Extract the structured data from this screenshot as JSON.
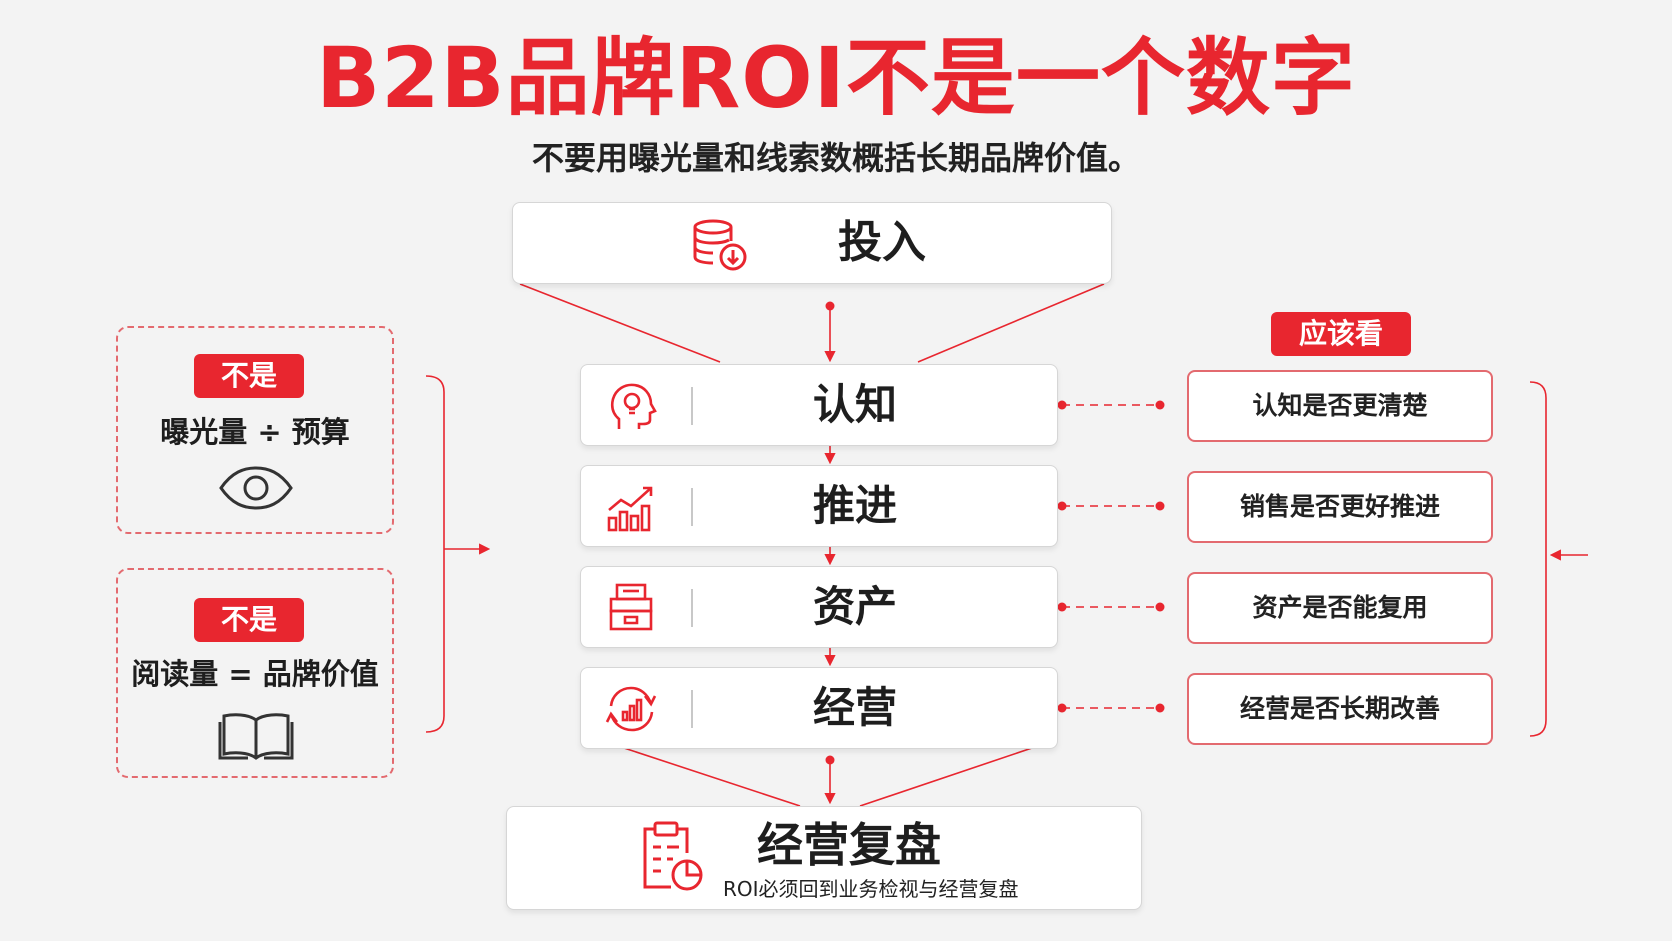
{
  "header": {
    "title": "B2B品牌ROI不是一个数字",
    "subtitle": "不要用曝光量和线索数概括长期品牌价值。"
  },
  "top": {
    "label": "投入",
    "icon": "database-download-icon"
  },
  "steps": [
    {
      "label": "认知",
      "icon": "head-lightbulb-icon"
    },
    {
      "label": "推进",
      "icon": "growth-chart-icon"
    },
    {
      "label": "资产",
      "icon": "archive-box-icon"
    },
    {
      "label": "经营",
      "icon": "cycle-chart-icon"
    }
  ],
  "bottom": {
    "label": "经营复盘",
    "sub": "ROI必须回到业务检视与经营复盘",
    "icon": "clipboard-report-icon"
  },
  "left": [
    {
      "badge": "不是",
      "text": "曝光量 ÷ 预算",
      "icon": "eye-icon"
    },
    {
      "badge": "不是",
      "text": "阅读量 = 品牌价值",
      "icon": "open-book-icon"
    }
  ],
  "right": {
    "badge": "应该看",
    "items": [
      "认知是否更清楚",
      "销售是否更好推进",
      "资产是否能复用",
      "经营是否长期改善"
    ]
  },
  "colors": {
    "accent": "#e8262f",
    "dashed": "#e36a6f",
    "background": "#f3f3f3"
  }
}
